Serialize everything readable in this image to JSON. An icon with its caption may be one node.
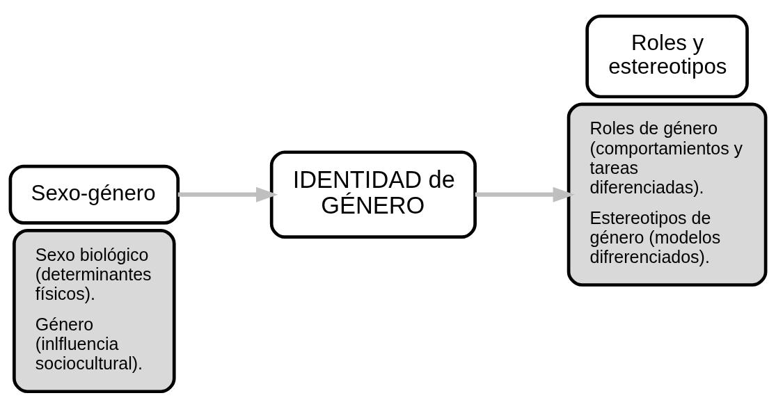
{
  "diagram": {
    "nodes": [
      {
        "text": [
          "Sexo biológico (determinantes físicos).",
          "Género (inlfluencia sociocultural)."
        ]
      },
      {
        "text": [
          "Sexo-género"
        ]
      },
      {
        "text": [
          "IDENTIDAD de GÉNERO"
        ]
      },
      {
        "text": [
          "Roles de género (comportamientos y tareas diferenciadas).",
          "Estereotipos de género (modelos difrerenciados)."
        ]
      },
      {
        "text": [
          "Roles y estereotipos"
        ]
      }
    ],
    "edges": [
      {
        "from": 1,
        "to": 2,
        "arrow": "to"
      },
      {
        "from": 2,
        "to": 3,
        "arrow": "to"
      }
    ]
  }
}
